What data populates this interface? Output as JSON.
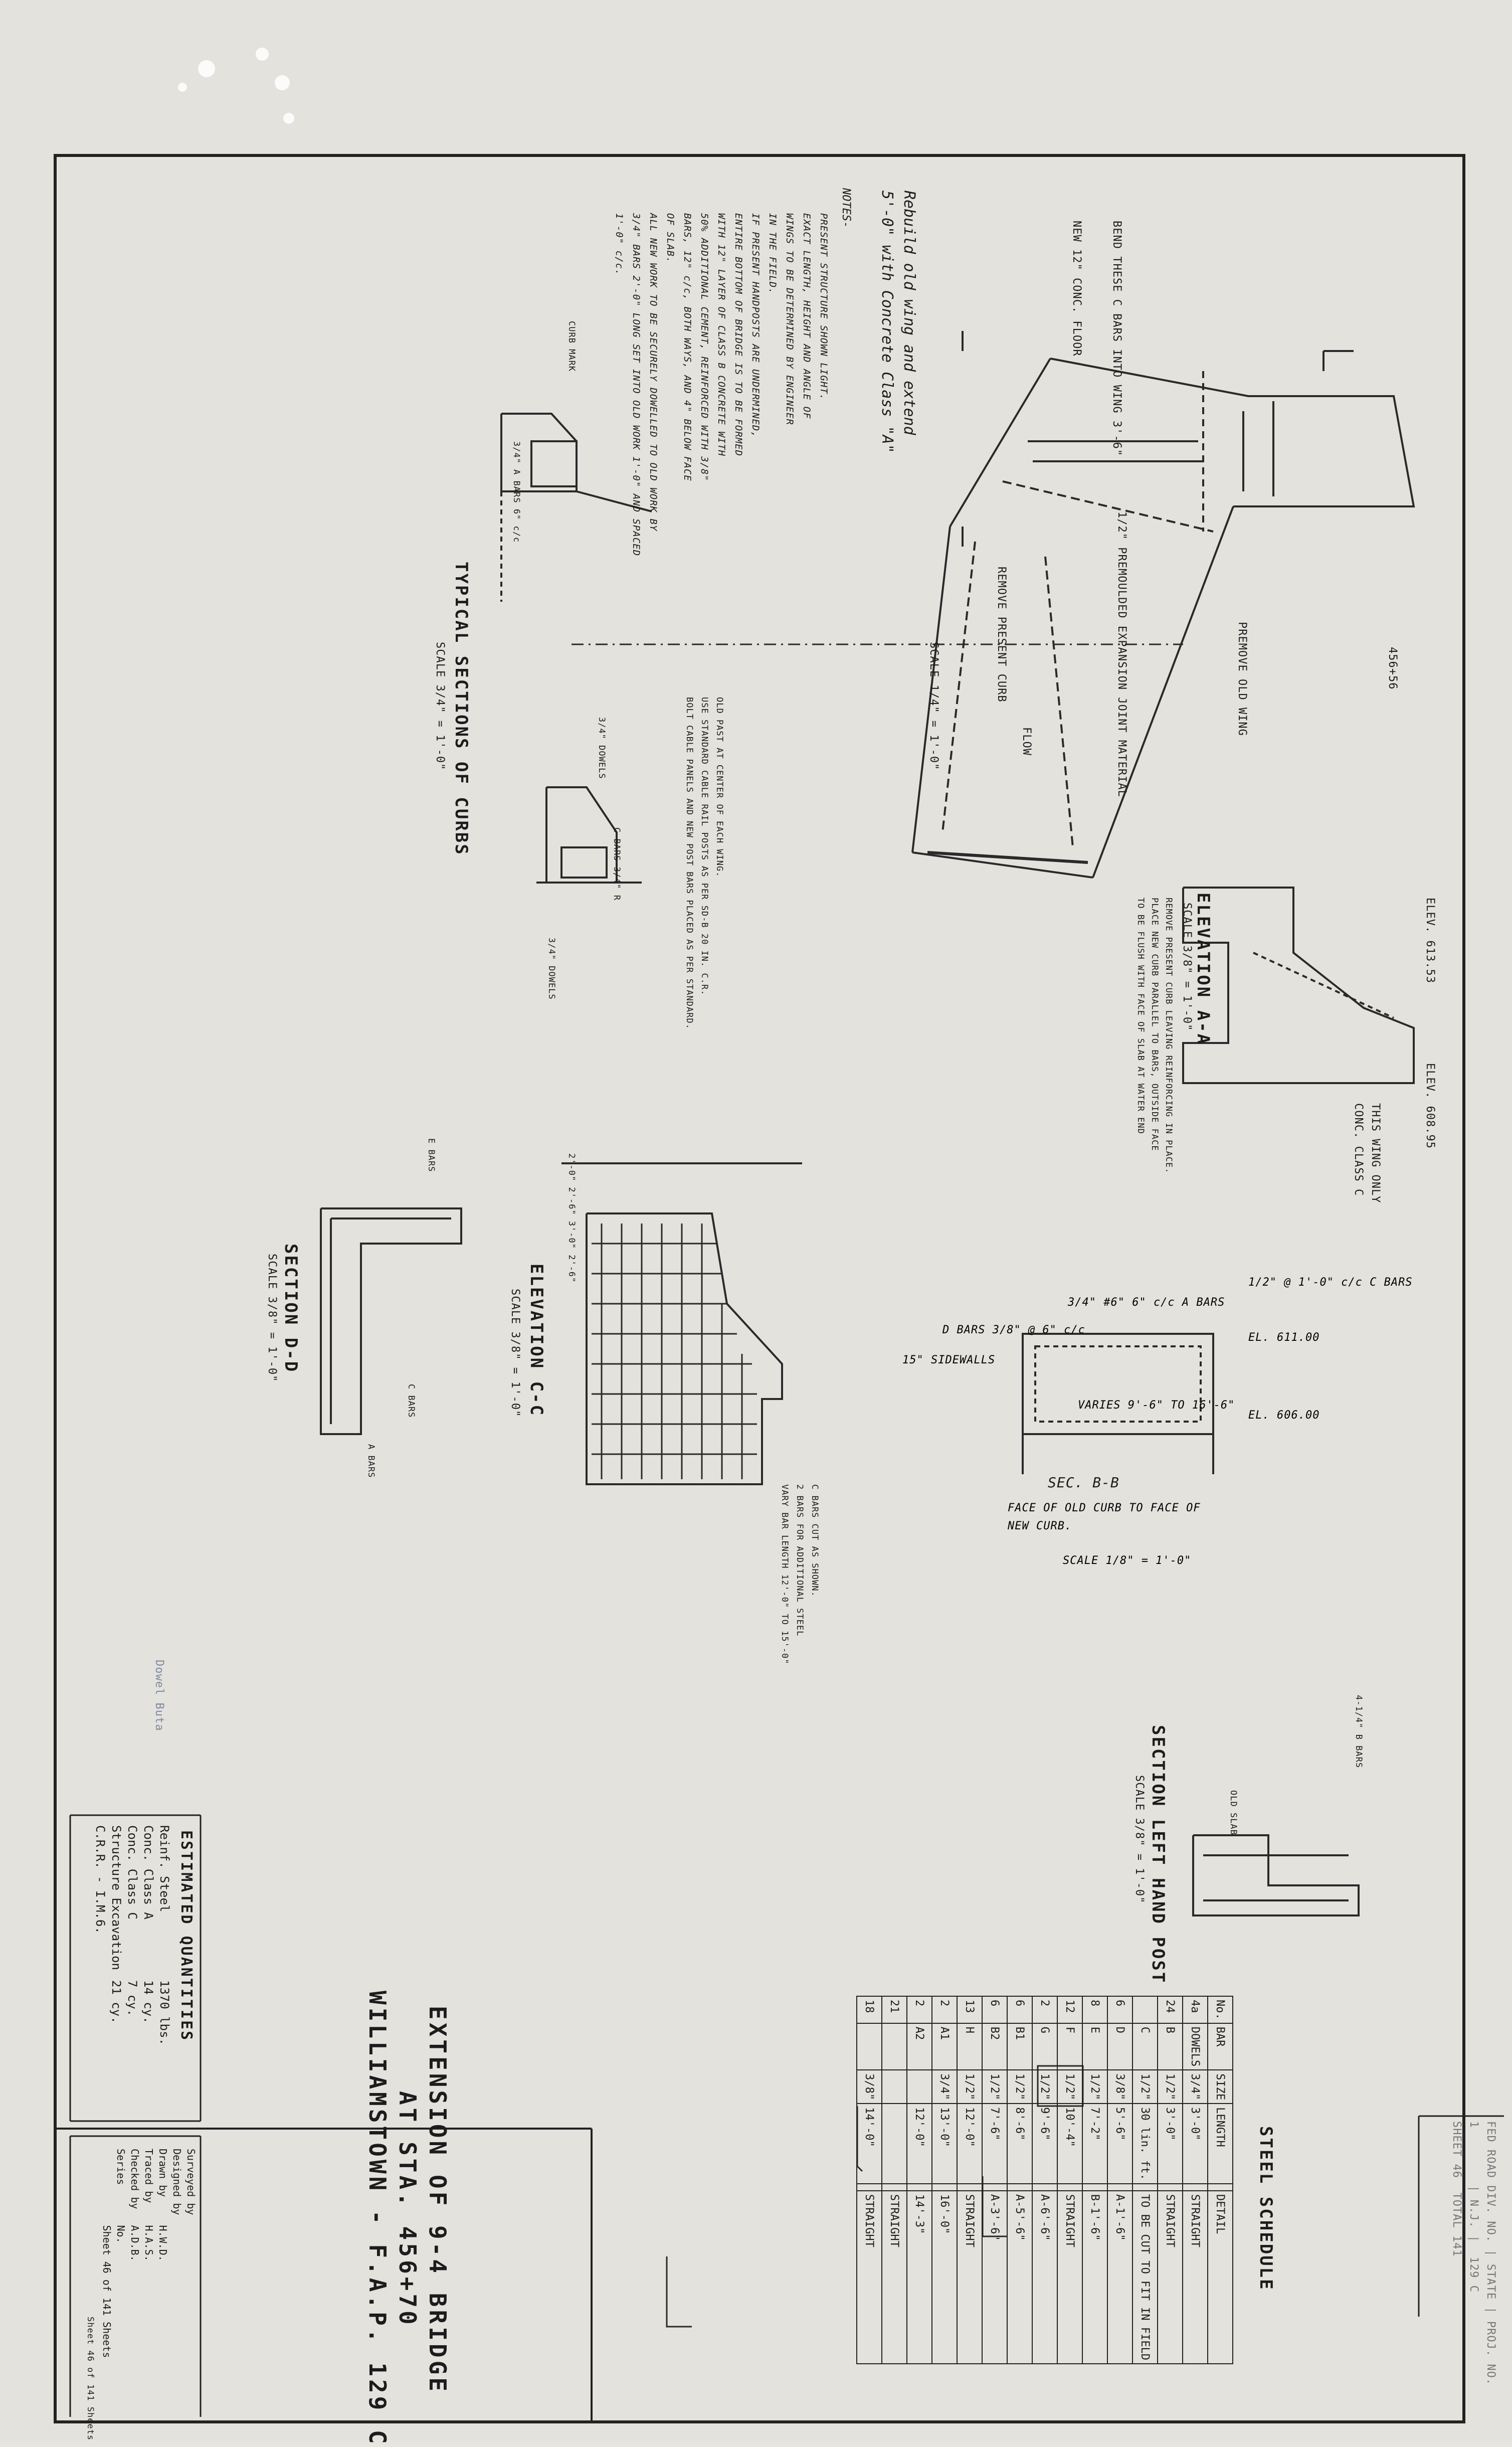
{
  "title": {
    "line1": "EXTENSION OF 9-4 BRIDGE",
    "line2": "AT STA. 456+70",
    "line3": "WILLIAMSTOWN - F.A.P. 129 C"
  },
  "notes": {
    "heading": "NOTES-",
    "body": "PRESENT STRUCTURE SHOWN LIGHT.\nEXACT LENGTH, HEIGHT AND ANGLE OF\nWINGS TO BE DETERMINED BY ENGINEER\nIN THE FIELD.\nIF PRESENT HANDPOSTS ARE UNDERMINED,\nENTIRE BOTTOM OF BRIDGE IS TO BE FORMED\nWITH 12\" LAYER OF CLASS B CONCRETE WITH\n50% ADDITIONAL CEMENT, REINFORCED WITH 3/8\"\nBARS, 12\" c/c, BOTH WAYS, AND 4\" BELOW FACE\nOF SLAB.\nALL NEW WORK TO BE SECURELY DOWELLED TO OLD WORK BY\n3/4\" BARS 2'-0\" LONG SET INTO OLD WORK 1'-0\" AND SPACED\n1'-0\" c/c.",
    "rebuild": "Rebuild old wing and extend\n5'-0\" with Concrete Class \"A\""
  },
  "plan": {
    "labels": [
      "BEND THESE C BARS INTO WING 3'-6\"",
      "NEW 12\" CONC. FLOOR",
      "1/2\" PREMOULDED EXPANSION JOINT MATERIAL",
      "REMOVE PRESENT CURB",
      "PREMOVE OLD WING",
      "456+56",
      "FLOW"
    ],
    "scale": "SCALE 1/4\" = 1'-0\""
  },
  "views": {
    "elevation_aa": {
      "title": "ELEVATION A-A",
      "scale": "SCALE 3/8\" = 1'-0\"",
      "note": "REMOVE PRESENT CURB LEAVING REINFORCING IN PLACE.\nPLACE NEW CURB PARALLEL TO BARS, OUTSIDE FACE\nTO BE FLUSH WITH FACE OF SLAB AT WATER END",
      "side": "THIS WING ONLY\nCONC. CLASS C",
      "elev_top": "ELEV. 613.53",
      "elev_bottom": "ELEV. 608.95"
    },
    "typical_curbs": {
      "title": "TYPICAL SECTIONS OF CURBS",
      "scale": "SCALE 3/4\" = 1'-0\"",
      "labels": [
        "3/4\" A BARS 6\" c/c",
        "CURB MARK",
        "3/4\" DOWELS",
        "C BARS 3/4\" R",
        "3/4\" DOWELS"
      ],
      "note": "OLD PAST AT CENTER OF EACH WING.\nUSE STANDARD CABLE RAIL POSTS AS PER SD-B 20 IN. C.R.\nBOLT CABLE PANELS AND NEW POST BARS PLACED AS PER STANDARD."
    },
    "elevation_cc": {
      "title": "ELEVATION C-C",
      "scale": "SCALE 3/8\" = 1'-0\"",
      "note": "C BARS CUT AS SHOWN.\n2 BARS FOR ADDITIONAL STEEL\nVARY BAR LENGTH 12'-0\" TO 15'-0\"",
      "dims": "2'-0\"   2'-6\"   3'-0\"   2'-6\""
    },
    "section_dd": {
      "title": "SECTION D-D",
      "scale": "SCALE 3/8\" = 1'-0\"",
      "labels": [
        "E BARS",
        "C BARS",
        "A BARS"
      ]
    },
    "section_bb": {
      "title": "SEC. B-B",
      "note": "FACE OF OLD CURB TO FACE OF\nNEW CURB.",
      "scale": "SCALE 1/8\" = 1'-0\"",
      "labels": [
        "3/4\" #6\" 6\" c/c A BARS",
        "D BARS 3/8\" @ 6\" c/c",
        "15\" SIDEWALLS",
        "VARIES 9'-6\" TO 16'-6\"",
        "1/2\" @ 1'-0\" c/c C BARS",
        "EL. 611.00",
        "EL. 606.00"
      ]
    },
    "section_post": {
      "title": "SECTION LEFT HAND POST",
      "scale": "SCALE 3/8\" = 1'-0\"",
      "labels": [
        "4-1/4\" B BARS",
        "OLD SLAB"
      ]
    }
  },
  "margin_note": "Dowel Buta",
  "quantities": {
    "title": "ESTIMATED QUANTITIES",
    "rows": [
      [
        "Reinf. Steel",
        "1370 lbs."
      ],
      [
        "Conc. Class A",
        "14 cy."
      ],
      [
        "Conc. Class C",
        "7 cy."
      ],
      [
        "Structure Excavation",
        "21 cy."
      ],
      [
        "C.R.R. - I.M.6.",
        ""
      ]
    ]
  },
  "signatures": [
    [
      "Surveyed by",
      ""
    ],
    [
      "Designed by",
      ""
    ],
    [
      "Drawn by",
      "H.W.D."
    ],
    [
      "Traced by",
      "H.A.S."
    ],
    [
      "Checked by",
      "A.D.B."
    ],
    [
      "Series",
      "No."
    ],
    [
      "",
      "Sheet 46 of 141 Sheets"
    ]
  ],
  "steel_schedule": {
    "title": "STEEL SCHEDULE",
    "headers": [
      "No.",
      "BAR",
      "SIZE",
      "LENGTH",
      "",
      "DETAIL"
    ],
    "rows": [
      [
        "4a",
        "DOWELS",
        "3/4\"",
        "3'-0\"",
        "",
        "STRAIGHT"
      ],
      [
        "24",
        "B",
        "1/2\"",
        "3'-0\"",
        "",
        "STRAIGHT"
      ],
      [
        "",
        "C",
        "1/2\"",
        "30 lin. ft.",
        "",
        "TO BE CUT TO FIT IN FIELD"
      ],
      [
        "6",
        "D",
        "3/8\"",
        "5'-6\"",
        "",
        "A-1'-6\""
      ],
      [
        "8",
        "E",
        "1/2\"",
        "7'-2\"",
        "",
        "B-1'-6\""
      ],
      [
        "12",
        "F",
        "1/2\"",
        "10'-4\"",
        "",
        "STRAIGHT"
      ],
      [
        "2",
        "G",
        "1/2\"",
        "9'-6\"",
        "",
        "A-6'-6\""
      ],
      [
        "6",
        "B1",
        "1/2\"",
        "8'-6\"",
        "",
        "A-5'-6\""
      ],
      [
        "6",
        "B2",
        "1/2\"",
        "7'-6\"",
        "",
        "A-3'-6\""
      ],
      [
        "13",
        "H",
        "1/2\"",
        "12'-0\"",
        "",
        "STRAIGHT"
      ],
      [
        "2",
        "A1",
        "3/4\"",
        "13'-0\"",
        "",
        "16'-0\""
      ],
      [
        "2",
        "A2",
        "",
        "12'-0\"",
        "",
        "14'-3\""
      ],
      [
        "21",
        "",
        "",
        "",
        "",
        "STRAIGHT"
      ],
      [
        "18",
        "",
        "3/8\"",
        "14'-0\"",
        "",
        "STRAIGHT"
      ]
    ]
  },
  "sheet_block": {
    "text": "FED ROAD DIV. NO. | STATE | PROJ. NO.\n1        | N.J. |  129 C\nSHEET 46  TOTAL 141",
    "sheet_count": "Sheet 46 of 141 Sheets"
  }
}
